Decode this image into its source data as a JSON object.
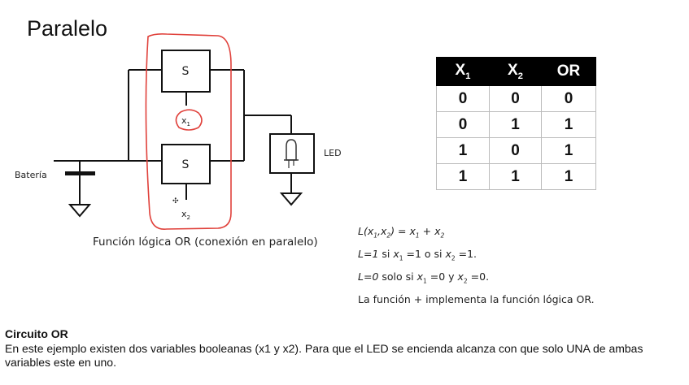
{
  "title": "Paralelo",
  "diagram": {
    "switch_label": "S",
    "battery_label": "Batería",
    "led_label": "LED",
    "input1": "x",
    "input1_sub": "1",
    "input2": "x",
    "input2_sub": "2",
    "caption": "Función lógica OR (conexión en paralelo)"
  },
  "truth_table": {
    "headers": [
      {
        "text": "X",
        "sub": "1"
      },
      {
        "text": "X",
        "sub": "2"
      },
      {
        "text": "OR",
        "sub": ""
      }
    ],
    "rows": [
      [
        "0",
        "0",
        "0"
      ],
      [
        "0",
        "1",
        "1"
      ],
      [
        "1",
        "0",
        "1"
      ],
      [
        "1",
        "1",
        "1"
      ]
    ]
  },
  "equations": {
    "line1": {
      "a": "L(x",
      "b": "1",
      "c": ",x",
      "d": "2",
      "e": ") = x",
      "f": "1",
      "g": " + x",
      "h": "2"
    },
    "line2": {
      "a": "L=1",
      "b": " si ",
      "c": "x",
      "d": "1",
      "e": " =1 o si ",
      "f": "x",
      "g": "2",
      "h": " =1."
    },
    "line3": {
      "a": "L=0",
      "b": " solo si ",
      "c": "x",
      "d": "1",
      "e": " =0 y ",
      "f": "x",
      "g": "2",
      "h": " =0."
    },
    "line4": "La función + implementa la función lógica OR."
  },
  "section": {
    "heading": "Circuito OR",
    "text": "En este ejemplo existen dos variables booleanas (x1 y x2). Para que el LED se encienda alcanza con que solo UNA de ambas variables este en uno."
  },
  "colors": {
    "annotation": "#e0413b",
    "wire": "#111111"
  }
}
